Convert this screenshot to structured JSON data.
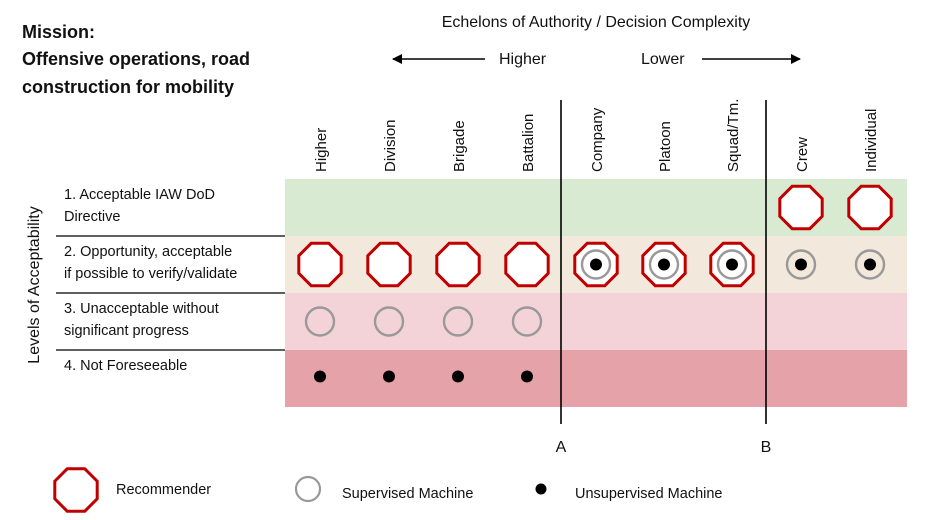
{
  "mission": {
    "line1": "Mission:",
    "line2": "Offensive operations, road",
    "line3": "construction for mobility"
  },
  "header": {
    "title": "Echelons of Authority / Decision Complexity",
    "higher": "Higher",
    "lower": "Lower"
  },
  "y_axis_label": "Levels of Acceptability",
  "columns": [
    "Higher",
    "Division",
    "Brigade",
    "Battalion",
    "Company",
    "Platoon",
    "Squad/Tm.",
    "Crew",
    "Individual"
  ],
  "levels": [
    {
      "line1": "1. Acceptable IAW DoD",
      "line2": "Directive",
      "color": "#d9ead3"
    },
    {
      "line1": "2. Opportunity, acceptable",
      "line2": "if possible to verify/validate",
      "color": "#f2e8dc"
    },
    {
      "line1": "3. Unacceptable without",
      "line2": "significant progress",
      "color": "#f4d3d8"
    },
    {
      "line1": "4. Not Foreseeable",
      "line2": "",
      "color": "#e6a2a9"
    }
  ],
  "dividers": [
    {
      "label": "A",
      "after_column": 3
    },
    {
      "label": "B",
      "after_column": 6
    }
  ],
  "cells": [
    {
      "col": 7,
      "row": 0,
      "marks": [
        "recommender"
      ]
    },
    {
      "col": 8,
      "row": 0,
      "marks": [
        "recommender"
      ]
    },
    {
      "col": 0,
      "row": 1,
      "marks": [
        "recommender"
      ]
    },
    {
      "col": 1,
      "row": 1,
      "marks": [
        "recommender"
      ]
    },
    {
      "col": 2,
      "row": 1,
      "marks": [
        "recommender"
      ]
    },
    {
      "col": 3,
      "row": 1,
      "marks": [
        "recommender"
      ]
    },
    {
      "col": 4,
      "row": 1,
      "marks": [
        "recommender",
        "supervised",
        "unsupervised"
      ]
    },
    {
      "col": 5,
      "row": 1,
      "marks": [
        "recommender",
        "supervised",
        "unsupervised"
      ]
    },
    {
      "col": 6,
      "row": 1,
      "marks": [
        "recommender",
        "supervised",
        "unsupervised"
      ]
    },
    {
      "col": 7,
      "row": 1,
      "marks": [
        "supervised",
        "unsupervised"
      ]
    },
    {
      "col": 8,
      "row": 1,
      "marks": [
        "supervised",
        "unsupervised"
      ]
    },
    {
      "col": 0,
      "row": 2,
      "marks": [
        "supervised"
      ]
    },
    {
      "col": 1,
      "row": 2,
      "marks": [
        "supervised"
      ]
    },
    {
      "col": 2,
      "row": 2,
      "marks": [
        "supervised"
      ]
    },
    {
      "col": 3,
      "row": 2,
      "marks": [
        "supervised"
      ]
    },
    {
      "col": 0,
      "row": 3,
      "marks": [
        "unsupervised"
      ]
    },
    {
      "col": 1,
      "row": 3,
      "marks": [
        "unsupervised"
      ]
    },
    {
      "col": 2,
      "row": 3,
      "marks": [
        "unsupervised"
      ]
    },
    {
      "col": 3,
      "row": 3,
      "marks": [
        "unsupervised"
      ]
    }
  ],
  "legend": {
    "recommender": "Recommender",
    "supervised": "Supervised Machine",
    "unsupervised": "Unsupervised Machine"
  },
  "colors": {
    "recommender": "#c00000",
    "supervised": "#999999",
    "unsupervised": "#000000",
    "lines": "#000000"
  }
}
